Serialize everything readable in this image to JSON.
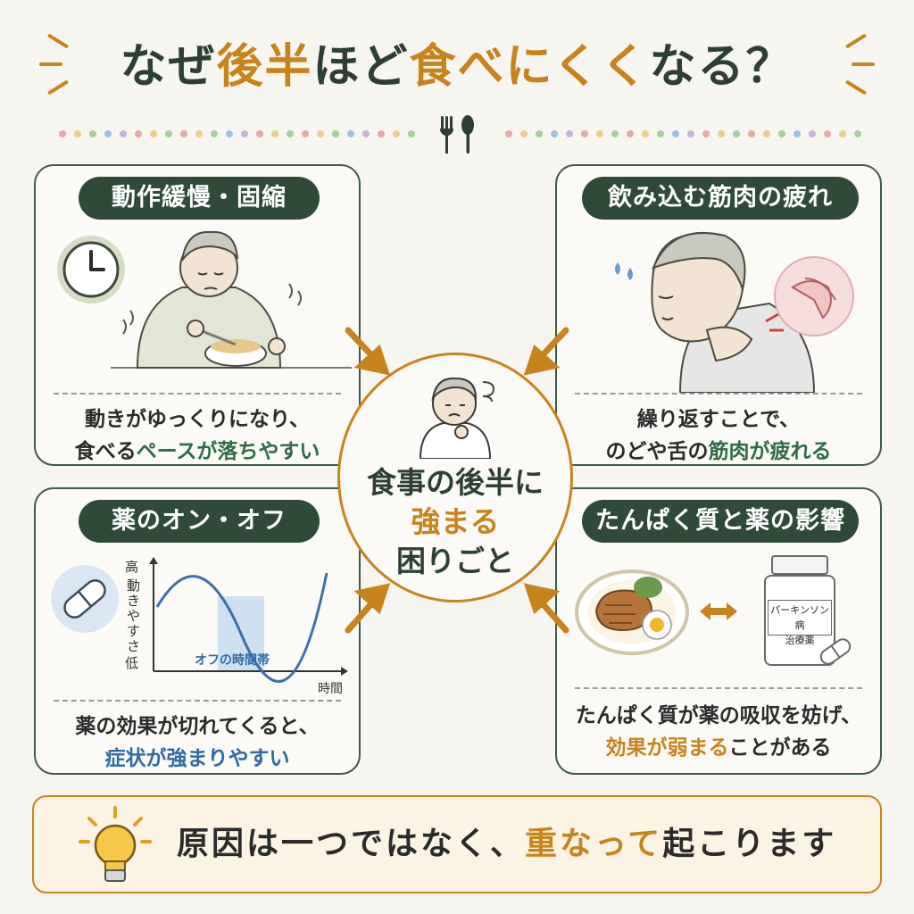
{
  "title": {
    "part1": "なぜ",
    "part2": "後半",
    "part3": "ほど",
    "part4": "食べにくく",
    "part5": "なる？"
  },
  "center": {
    "line1": "食事の後半に",
    "line2": "強まる",
    "line3": "困りごと"
  },
  "panels": {
    "top_left": {
      "heading": "動作緩慢・固縮",
      "caption_line1": "動きがゆっくりになり、",
      "caption_line2_a": "食べる",
      "caption_line2_b": "ペースが落ちやすい"
    },
    "top_right": {
      "heading": "飲み込む筋肉の疲れ",
      "caption_line1": "繰り返すことで、",
      "caption_line2_a": "のどや舌の",
      "caption_line2_b": "筋肉が疲れる"
    },
    "bottom_left": {
      "heading": "薬のオン・オフ",
      "caption_line1": "薬の効果が切れてくると、",
      "caption_line2": "症状が強まりやすい"
    },
    "bottom_right": {
      "heading": "たんぱく質と薬の影響",
      "caption_line1": "たんぱく質が薬の吸収を妨げ、",
      "caption_line2_a": "効果が弱まる",
      "caption_line2_b": "ことがある",
      "bottle_label_line1": "パーキンソン病",
      "bottle_label_line2": "治療薬"
    }
  },
  "chart_data": {
    "type": "line",
    "ylabel_top": "高",
    "ylabel_mid": "動きやすさ",
    "ylabel_bottom": "低",
    "xlabel": "時間",
    "band_label": "オフの時間帯",
    "series_color": "#3d6fa8",
    "band_color": "#cfe0f2"
  },
  "banner": {
    "part1": "原因は一つではなく、",
    "part2": "重なって",
    "part3": "起こります"
  },
  "colors": {
    "accent": "#c8841c",
    "dark_green": "#2f4a39",
    "blue": "#2f6aa6"
  }
}
